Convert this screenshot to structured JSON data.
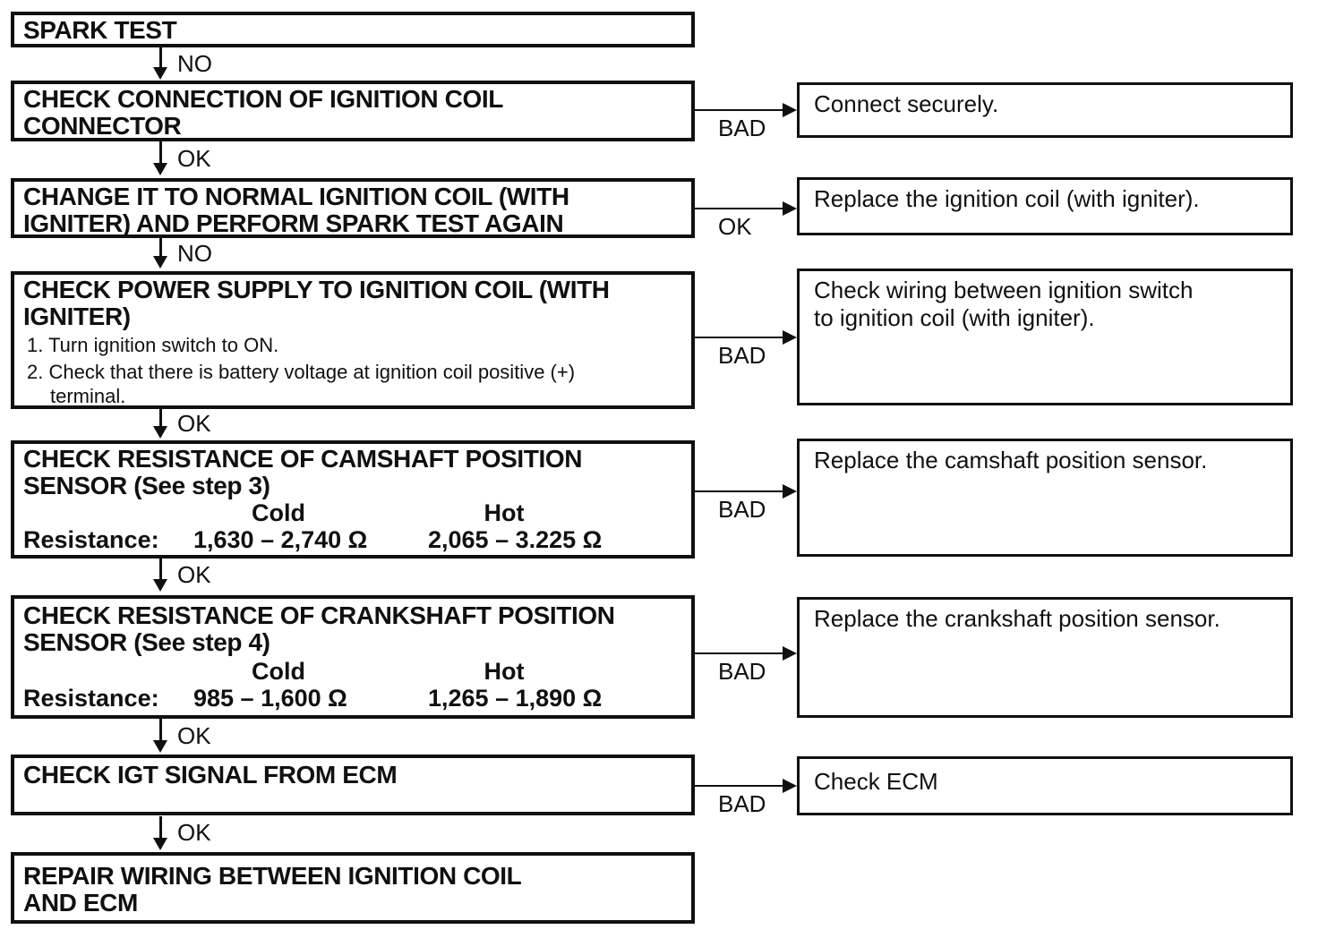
{
  "colors": {
    "ink": "#101010",
    "paper": "#ffffff"
  },
  "flowchart": {
    "left_boxes": {
      "spark_test": {
        "title": "SPARK TEST"
      },
      "check_connection": {
        "line1": "CHECK CONNECTION OF IGNITION COIL",
        "line2": "CONNECTOR"
      },
      "change_coil": {
        "line1": "CHANGE IT TO NORMAL IGNITION COIL (WITH",
        "line2": "IGNITER) AND PERFORM SPARK TEST AGAIN"
      },
      "check_power": {
        "line1": "CHECK POWER SUPPLY TO IGNITION COIL (WITH",
        "line2": "IGNITER)",
        "step1": "1. Turn ignition switch to ON.",
        "step2": "2. Check that there is battery voltage at ignition coil positive (+)",
        "step2_cont": "terminal."
      },
      "camshaft": {
        "line1": "CHECK RESISTANCE OF CAMSHAFT POSITION",
        "line2": "SENSOR (See step 3)",
        "col_cold": "Cold",
        "col_hot": "Hot",
        "label": "Resistance:",
        "cold_value": "1,630 – 2,740 Ω",
        "hot_value": "2,065 – 3.225 Ω"
      },
      "crankshaft": {
        "line1": "CHECK RESISTANCE OF CRANKSHAFT POSITION",
        "line2": "SENSOR (See step 4)",
        "col_cold": "Cold",
        "col_hot": "Hot",
        "label": "Resistance:",
        "cold_value": "985 – 1,600 Ω",
        "hot_value": "1,265 – 1,890 Ω"
      },
      "igt_signal": {
        "title": "CHECK IGT SIGNAL FROM ECM"
      },
      "repair_wiring": {
        "line1": "REPAIR WIRING BETWEEN IGNITION COIL",
        "line2": "AND ECM"
      }
    },
    "right_boxes": {
      "connect": {
        "text": "Connect securely."
      },
      "replace_coil": {
        "text": "Replace the ignition coil (with igniter)."
      },
      "check_wiring": {
        "line1": "Check wiring between ignition switch",
        "line2": "to ignition coil (with igniter)."
      },
      "replace_camshaft": {
        "text": "Replace the camshaft position sensor."
      },
      "replace_crankshaft": {
        "text": "Replace the crankshaft position sensor."
      },
      "check_ecm": {
        "text": "Check ECM"
      }
    },
    "vertical_labels": {
      "v1": "NO",
      "v2": "OK",
      "v3": "NO",
      "v4": "OK",
      "v5": "OK",
      "v6": "OK",
      "v7": "OK"
    },
    "horizontal_labels": {
      "h1": "BAD",
      "h2": "OK",
      "h3": "BAD",
      "h4": "BAD",
      "h5": "BAD",
      "h6": "BAD"
    }
  }
}
